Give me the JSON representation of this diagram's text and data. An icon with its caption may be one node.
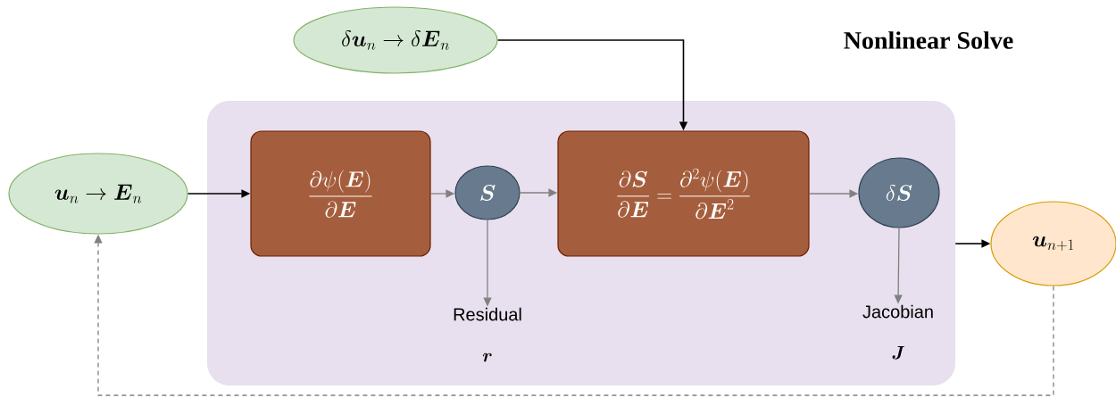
{
  "diagram": {
    "title": "Nonlinear Solve",
    "nodes": [
      {
        "text": [],
        "shape": "box"
      },
      {
        "text": [
          "\\delta\\boldsymbol{u}_n \\rightarrow \\delta\\boldsymbol{E}_n"
        ]
      },
      {
        "text": [
          "\\boldsymbol{u}_n \\rightarrow \\boldsymbol{E}_n"
        ]
      },
      {
        "text": [
          "\\frac{\\partial\\psi(\\boldsymbol{E})}{\\partial\\boldsymbol{E}}"
        ],
        "in": 0
      },
      {
        "text": [
          "\\boldsymbol{S}"
        ],
        "in": 0
      },
      {
        "text": [
          "\\frac{\\partial\\boldsymbol{S}}{\\partial\\boldsymbol{E}} = \\frac{\\partial^2\\psi(\\boldsymbol{E})}{\\partial\\boldsymbol{E}^2}"
        ],
        "in": 0
      },
      {
        "text": [
          "\\delta\\boldsymbol{S}"
        ],
        "in": 0
      },
      {
        "text": [
          "\\boldsymbol{u}_{n+1}"
        ]
      },
      {
        "text": [
          "Residual",
          "\\boldsymbol{r}"
        ],
        "in": 0
      },
      {
        "text": [
          "Jacobian",
          "\\boldsymbol{J}"
        ],
        "in": 0
      }
    ],
    "edges": [
      {
        "from": 1,
        "to": 5,
        "arrow": "to",
        "color": "#000000"
      },
      {
        "from": 2,
        "to": 3,
        "arrow": "to",
        "color": "#000000"
      },
      {
        "from": 3,
        "to": 4,
        "arrow": "to"
      },
      {
        "from": 4,
        "to": 5,
        "arrow": "to"
      },
      {
        "from": 5,
        "to": 6,
        "arrow": "to"
      },
      {
        "from": 4,
        "to": 8,
        "arrow": "to"
      },
      {
        "from": 6,
        "to": 9,
        "arrow": "to"
      },
      {
        "from": 0,
        "to": 7,
        "arrow": "to",
        "color": "#000000"
      },
      {
        "from": 7,
        "to": 2,
        "arrow": "to",
        "style": "dashed"
      }
    ]
  }
}
